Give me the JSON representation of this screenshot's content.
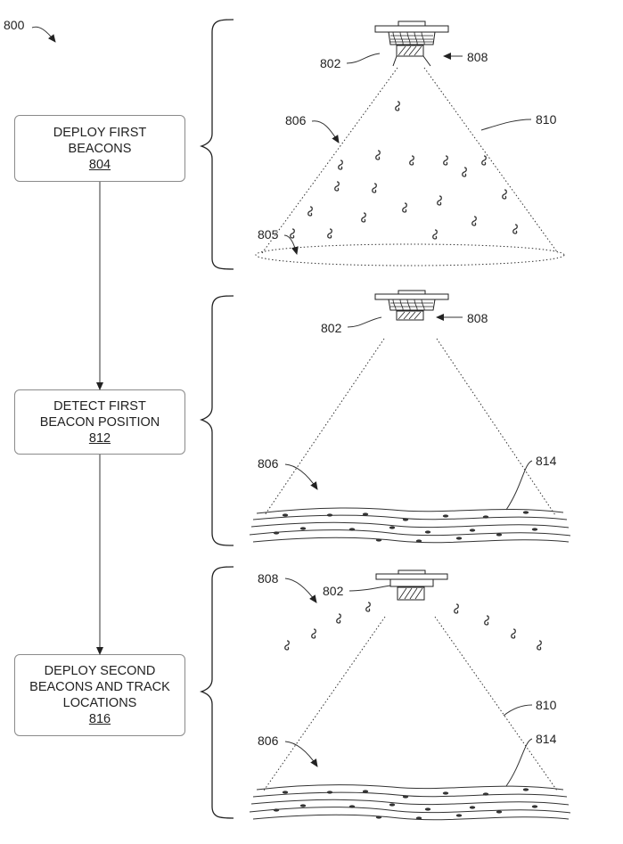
{
  "figure": {
    "ref": "800"
  },
  "boxes": [
    {
      "lines": [
        "DEPLOY FIRST",
        "BEACONS"
      ],
      "ref": "804"
    },
    {
      "lines": [
        "DETECT FIRST",
        "BEACON POSITION"
      ],
      "ref": "812"
    },
    {
      "lines": [
        "DEPLOY SECOND",
        "BEACONS AND TRACK",
        "LOCATIONS"
      ],
      "ref": "816"
    }
  ],
  "labels": {
    "device": "802",
    "beacons": "806",
    "sensor": "808",
    "cone": "810",
    "area": "805",
    "terrain": "814"
  }
}
